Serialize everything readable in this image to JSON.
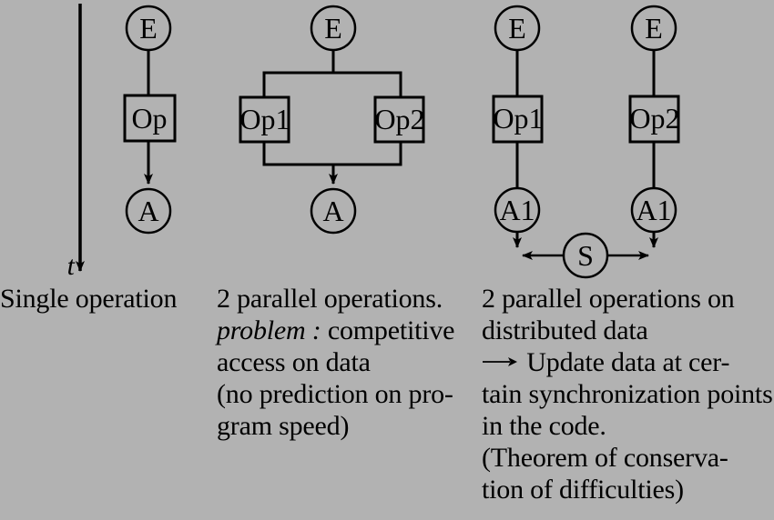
{
  "colors": {
    "background": "#b2b2b2",
    "ink": "#000000"
  },
  "diagram": {
    "time_axis_label": "t",
    "single": {
      "e": "E",
      "op": "Op",
      "a": "A"
    },
    "parallel": {
      "e": "E",
      "op1": "Op1",
      "op2": "Op2",
      "a": "A"
    },
    "distributed": {
      "e_left": "E",
      "e_right": "E",
      "op1": "Op1",
      "op2": "Op2",
      "a1_left": "A1",
      "a1_right": "A1",
      "s": "S"
    }
  },
  "captions": {
    "single": {
      "line1": "Single operation"
    },
    "parallel": {
      "line1": "2 parallel operations.",
      "line2_italic": "problem :",
      "line2_rest": " competitive",
      "line3": "access on data",
      "line4": "(no prediction on pro-",
      "line5": "gram speed)"
    },
    "distributed": {
      "line1": "2 parallel operations on",
      "line2": "distributed data",
      "line3_after_arrow": " Update data at cer-",
      "line4": "tain synchronization points",
      "line5": "in the code.",
      "line6": "(Theorem of conserva-",
      "line7": "tion of difficulties)"
    }
  }
}
